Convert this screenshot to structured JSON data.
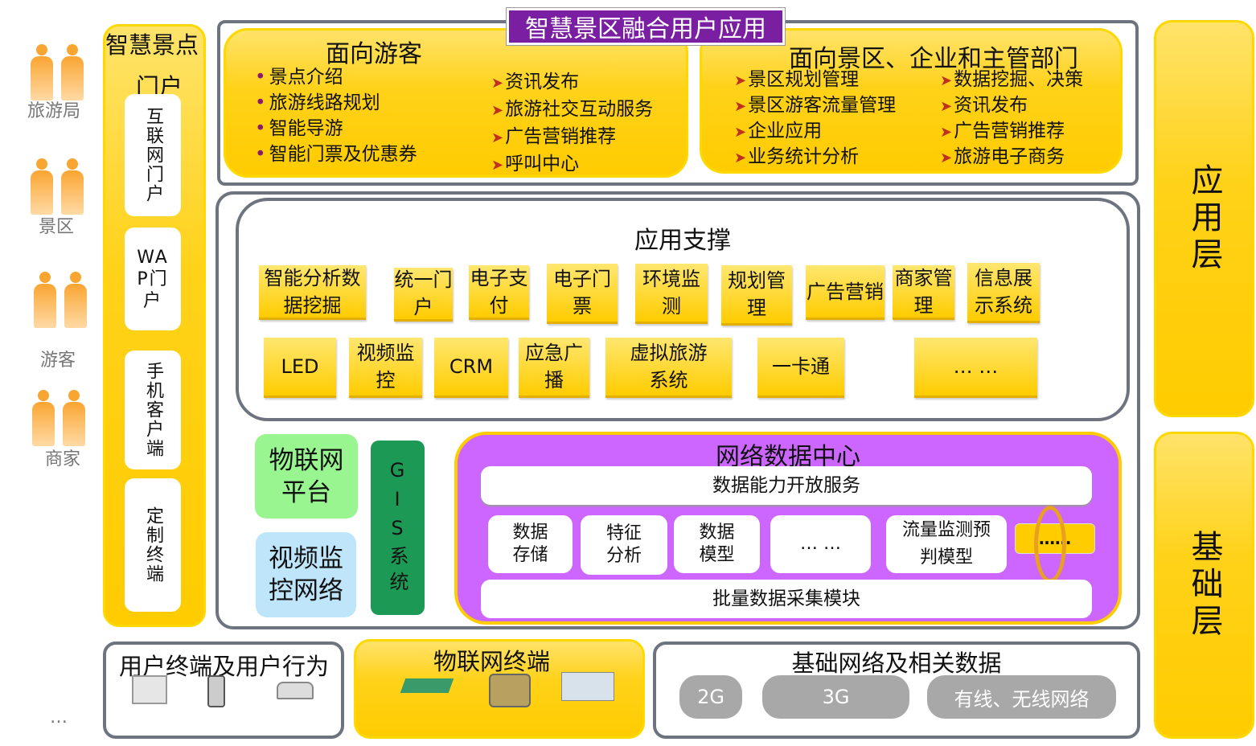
{
  "users": [
    "旅游局",
    "景区",
    "游客",
    "商家",
    "…"
  ],
  "portal": {
    "title1": "智慧景点",
    "title2": "门户",
    "items": [
      "互联网门户",
      "WAP门户",
      "手机客户端",
      "定制终端"
    ]
  },
  "banner": "智慧景区融合用户应用",
  "visitor": {
    "title": "面向游客",
    "left": [
      "景点介绍",
      "旅游线路规划",
      "智能导游",
      "智能门票及优惠券"
    ],
    "right": [
      "资讯发布",
      "旅游社交互动服务",
      "广告营销推荐",
      "呼叫中心"
    ]
  },
  "admin": {
    "title": "面向景区、企业和主管部门",
    "left": [
      "景区规划管理",
      "景区游客流量管理",
      "企业应用",
      "业务统计分析"
    ],
    "right": [
      "数据挖掘、决策",
      "资讯发布",
      "广告营销推荐",
      "旅游电子商务"
    ]
  },
  "support": {
    "title": "应用支撑",
    "row1": [
      "智能分析数据挖掘",
      "统一门户",
      "电子支付",
      "电子门票",
      "环境监测",
      "规划管理",
      "广告营销",
      "商家管理",
      "信息展示系统"
    ],
    "row2": [
      "LED",
      "视频监控",
      "CRM",
      "应急广播",
      "虚拟旅游系统",
      "一卡通",
      "… …"
    ]
  },
  "iot_platform": "物联网平台",
  "video_network": "视频监控网络",
  "gis": "GIS系统",
  "datacenter": {
    "title": "网络数据中心",
    "open": "数据能力开放服务",
    "modules": [
      "数据存储",
      "特征分析",
      "数据模型",
      "… …",
      "流量监测预判模型"
    ],
    "cylinder": "……",
    "collect": "批量数据采集模块"
  },
  "bottom": {
    "user_terminal": "用户终端及用户行为",
    "iot_terminal": "物联网终端",
    "network": "基础网络及相关数据",
    "pills": [
      "2G",
      "3G",
      "有线、无线网络"
    ]
  },
  "layers": {
    "app": "应用层",
    "base": "基础层"
  }
}
